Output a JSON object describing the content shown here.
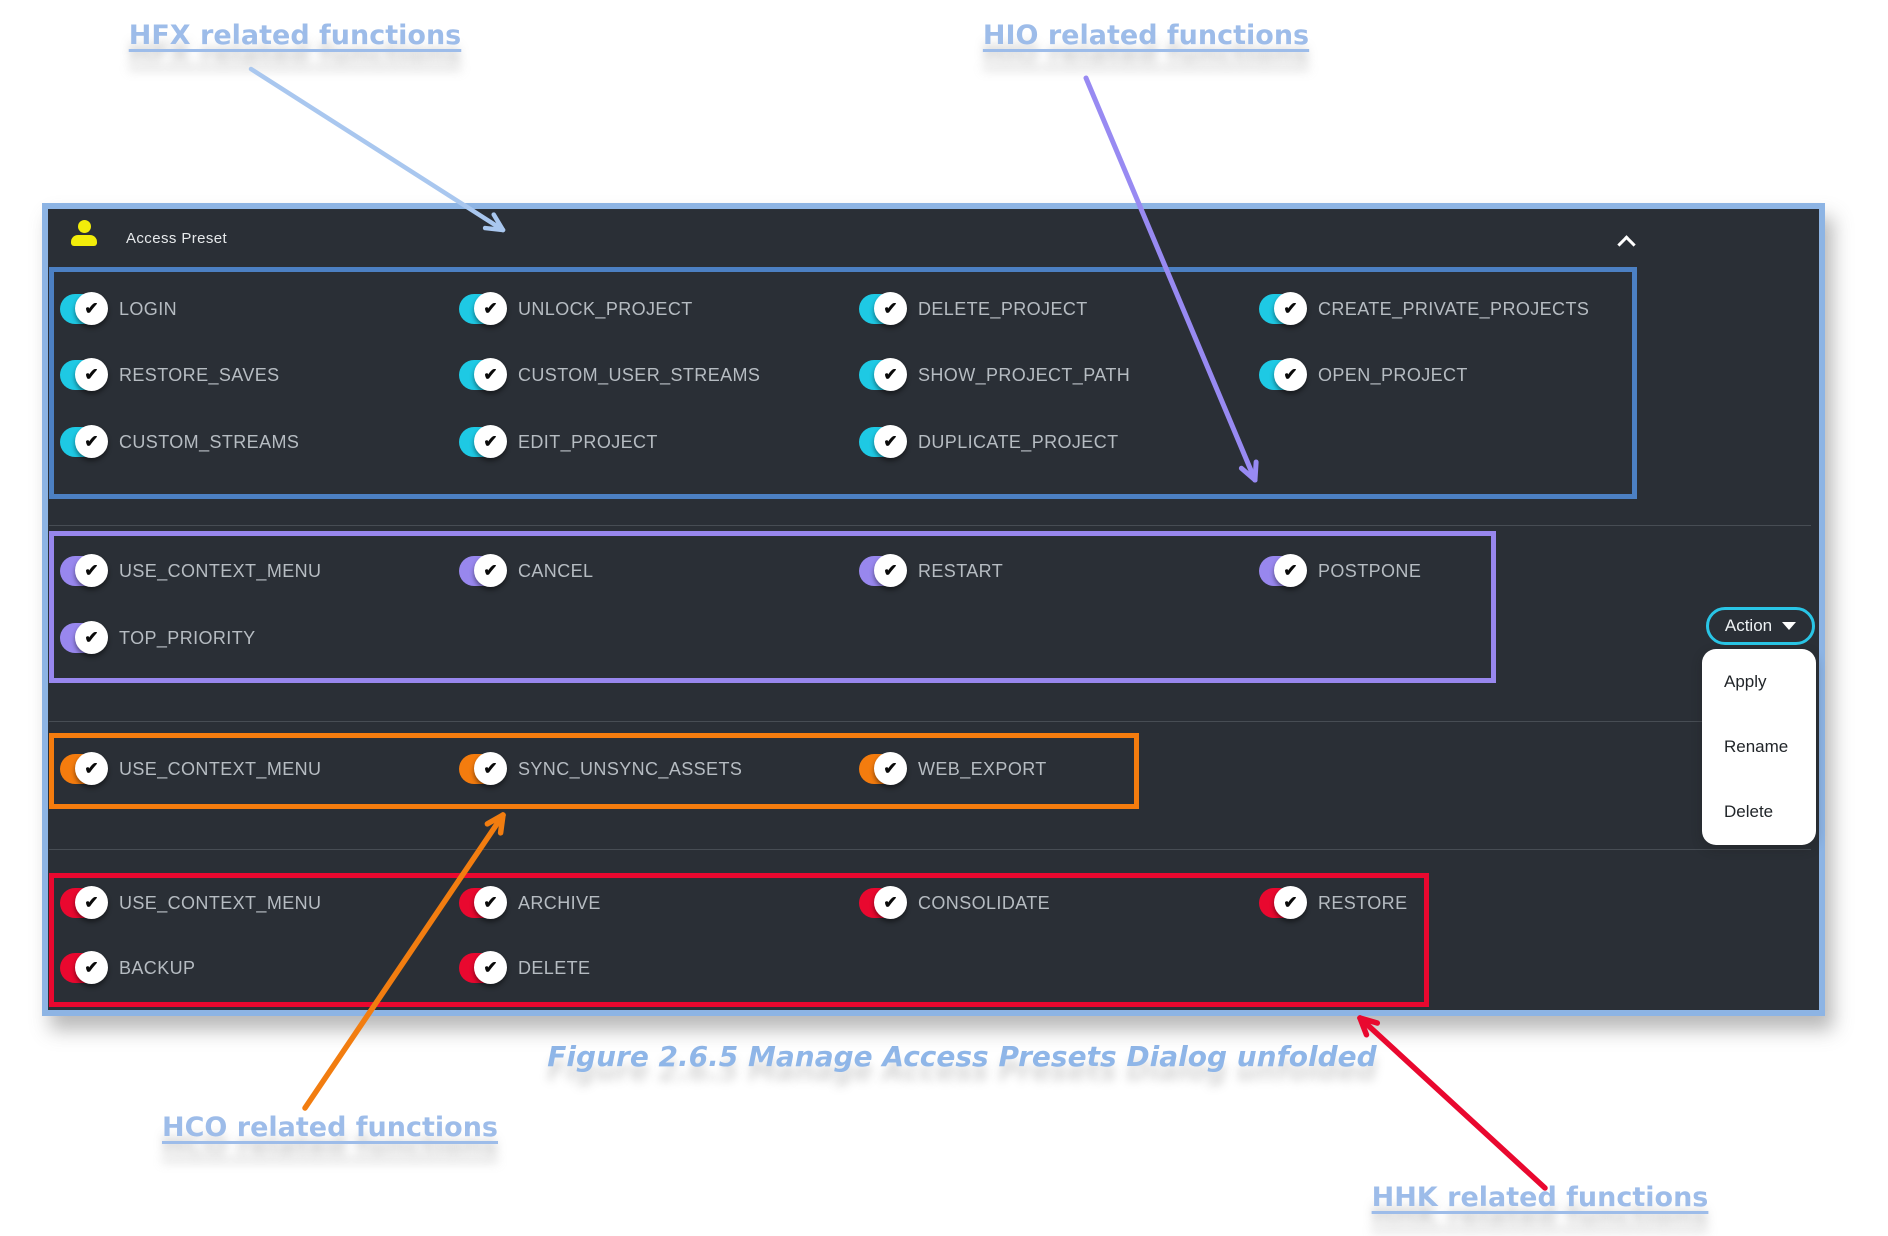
{
  "annotations": {
    "hfx": {
      "text": "HFX related functions",
      "arrow_color": "#a9c7ef"
    },
    "hio": {
      "text": "HIO related functions",
      "arrow_color": "#988af2"
    },
    "hco": {
      "text": "HCO related functions",
      "arrow_color": "#f27d10"
    },
    "hhk": {
      "text": "HHK related functions",
      "arrow_color": "#e9082f"
    }
  },
  "caption": "Figure 2.6.5 Manage Access Presets Dialog unfolded",
  "dialog": {
    "header": {
      "title": "Access Preset",
      "user_icon": "person",
      "collapse_icon": "chevron-up"
    },
    "all_toggles_state": "on",
    "groups": [
      {
        "id": "hfx",
        "annotation": "HFX related functions",
        "border_color": "#4c80c3",
        "toggle_color": "#1ec9e4",
        "rows": [
          [
            "LOGIN",
            "UNLOCK_PROJECT",
            "DELETE_PROJECT",
            "CREATE_PRIVATE_PROJECTS"
          ],
          [
            "RESTORE_SAVES",
            "CUSTOM_USER_STREAMS",
            "SHOW_PROJECT_PATH",
            "OPEN_PROJECT"
          ],
          [
            "CUSTOM_STREAMS",
            "EDIT_PROJECT",
            "DUPLICATE_PROJECT"
          ]
        ]
      },
      {
        "id": "hio",
        "annotation": "HIO related functions",
        "border_color": "#9887ee",
        "toggle_color": "#9887ee",
        "rows": [
          [
            "USE_CONTEXT_MENU",
            "CANCEL",
            "RESTART",
            "POSTPONE"
          ],
          [
            "TOP_PRIORITY"
          ]
        ]
      },
      {
        "id": "hco",
        "annotation": "HCO related functions",
        "border_color": "#f47c0e",
        "toggle_color": "#f47c0e",
        "rows": [
          [
            "USE_CONTEXT_MENU",
            "SYNC_UNSYNC_ASSETS",
            "WEB_EXPORT"
          ]
        ]
      },
      {
        "id": "hhk",
        "annotation": "HHK related functions",
        "border_color": "#e9082f",
        "toggle_color": "#e9082f",
        "rows": [
          [
            "USE_CONTEXT_MENU",
            "ARCHIVE",
            "CONSOLIDATE",
            "RESTORE"
          ],
          [
            "BACKUP",
            "DELETE"
          ]
        ]
      }
    ],
    "action_button": {
      "label": "Action"
    },
    "action_menu": {
      "items": [
        "Apply",
        "Rename",
        "Delete"
      ]
    }
  }
}
